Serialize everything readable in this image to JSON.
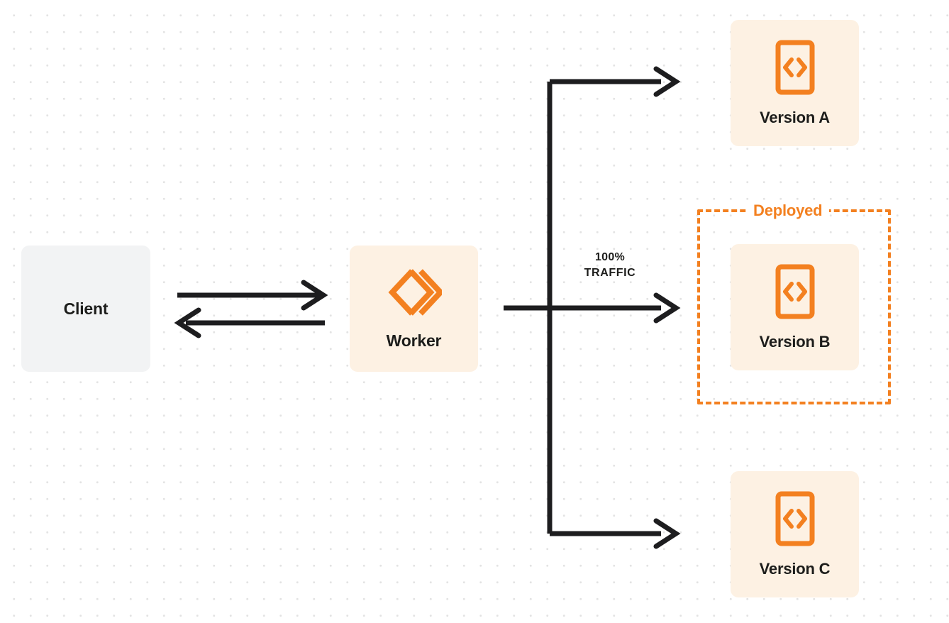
{
  "diagram": {
    "title": "Cloudflare Worker gradual deployment traffic routing",
    "colors": {
      "orange": "#f38020",
      "card_background": "#fdf1e3",
      "client_background": "#f2f3f4",
      "text": "#1d1d1b",
      "arrow": "#1d1d1f",
      "dot_grid": "#e3e3e3",
      "page_background": "#ffffff"
    },
    "nodes": {
      "client": {
        "label": "Client",
        "icon": "none"
      },
      "worker": {
        "label": "Worker",
        "icon": "cloudflare-workers-logo"
      },
      "version_a": {
        "label": "Version A",
        "icon": "code-brackets-document-icon"
      },
      "version_b": {
        "label": "Version B",
        "icon": "code-brackets-document-icon"
      },
      "version_c": {
        "label": "Version C",
        "icon": "code-brackets-document-icon"
      }
    },
    "groups": {
      "deployed": {
        "label": "Deployed",
        "contains": "version_b",
        "style": "dashed-orange-border"
      }
    },
    "edges": {
      "client_to_worker": {
        "label": "",
        "direction": "right",
        "style": "solid-arrow"
      },
      "worker_to_client": {
        "label": "",
        "direction": "left",
        "style": "solid-arrow"
      },
      "worker_to_version_a": {
        "label": "",
        "direction": "right",
        "style": "solid-arrow"
      },
      "worker_to_version_b": {
        "label_percent": "100%",
        "label_unit": "TRAFFIC",
        "direction": "right",
        "style": "solid-arrow"
      },
      "worker_to_version_c": {
        "label": "",
        "direction": "right",
        "style": "solid-arrow"
      }
    }
  }
}
